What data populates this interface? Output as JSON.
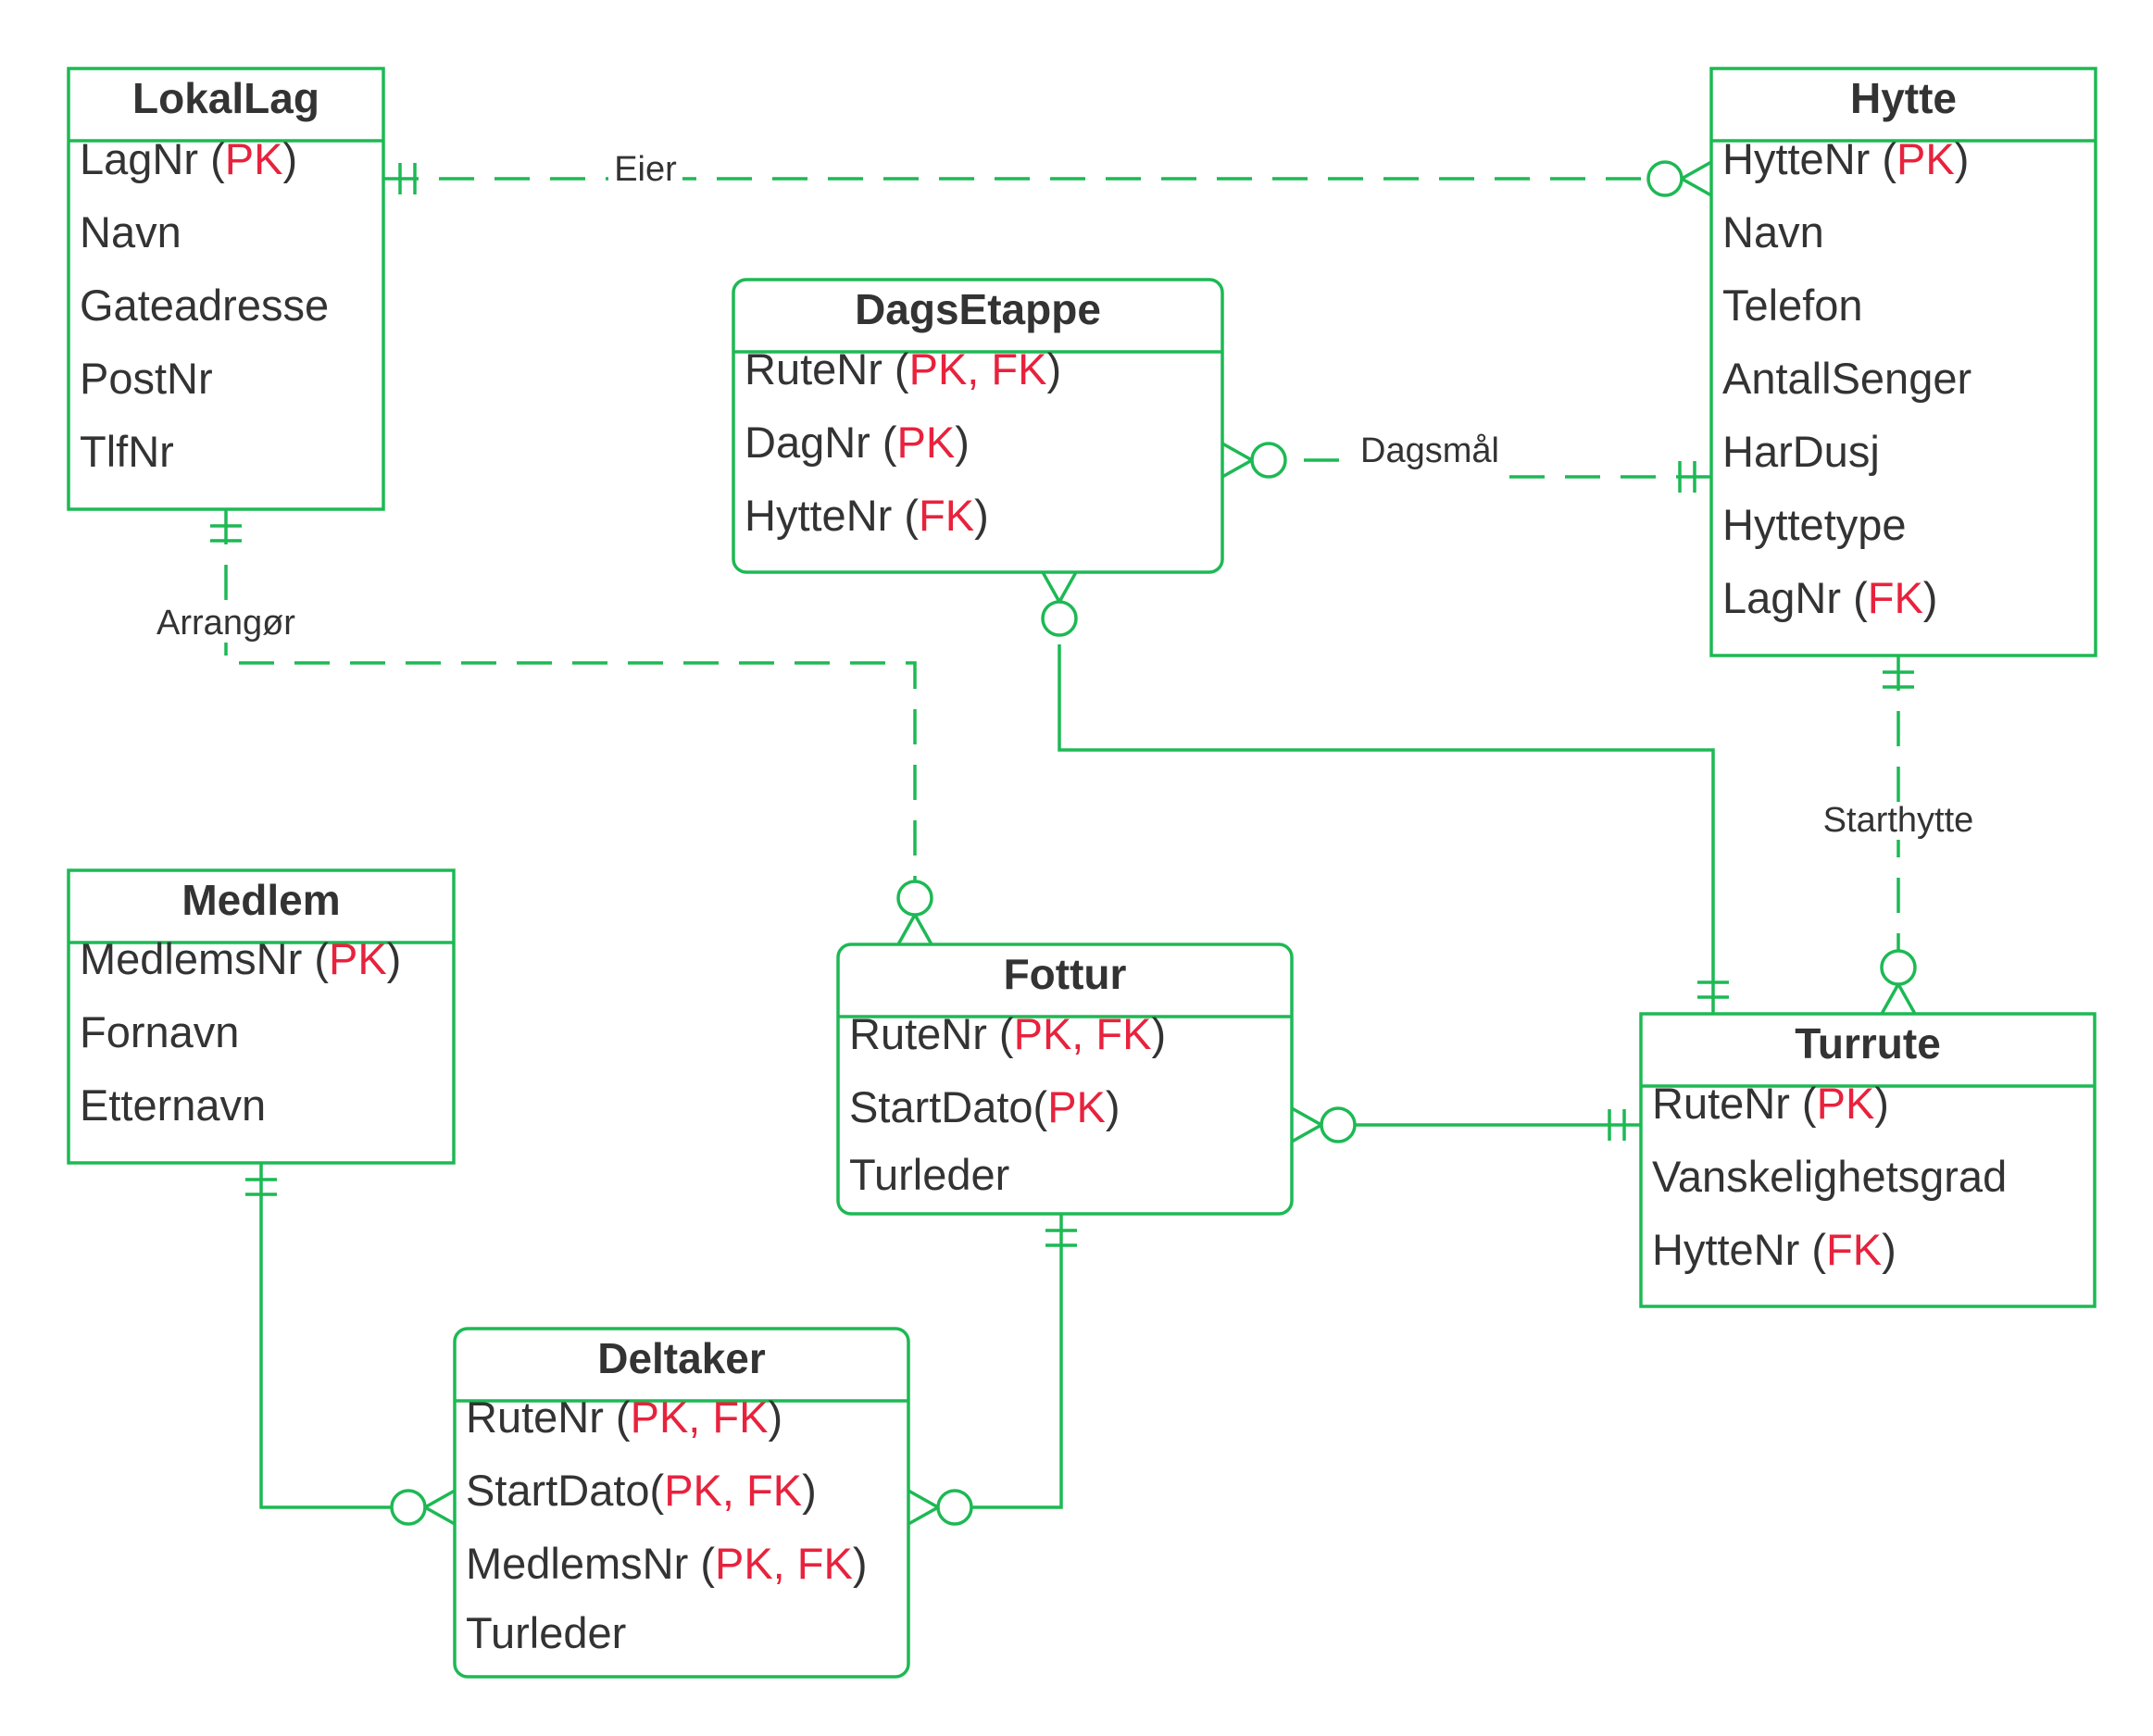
{
  "colors": {
    "line": "#1db954",
    "text": "#333333",
    "key": "#e8223d",
    "background": "#ffffff"
  },
  "entities": {
    "lokallag": {
      "title": "LokalLag",
      "attrs": [
        {
          "name": "LagNr",
          "keys": "PK"
        },
        {
          "name": "Navn"
        },
        {
          "name": "Gateadresse"
        },
        {
          "name": "PostNr"
        },
        {
          "name": "TlfNr"
        }
      ]
    },
    "hytte": {
      "title": "Hytte",
      "attrs": [
        {
          "name": "HytteNr",
          "keys": "PK"
        },
        {
          "name": "Navn"
        },
        {
          "name": "Telefon"
        },
        {
          "name": "AntallSenger"
        },
        {
          "name": "HarDusj"
        },
        {
          "name": "Hyttetype"
        },
        {
          "name": "LagNr",
          "keys": "FK"
        }
      ]
    },
    "dagsetappe": {
      "title": "DagsEtappe",
      "attrs": [
        {
          "name": "RuteNr",
          "keys": "PK, FK"
        },
        {
          "name": "DagNr",
          "keys": "PK"
        },
        {
          "name": "HytteNr",
          "keys": "FK"
        }
      ]
    },
    "medlem": {
      "title": "Medlem",
      "attrs": [
        {
          "name": "MedlemsNr",
          "keys": "PK"
        },
        {
          "name": "Fornavn"
        },
        {
          "name": "Etternavn"
        }
      ]
    },
    "fottur": {
      "title": "Fottur",
      "attrs": [
        {
          "name": "RuteNr",
          "keys": "PK, FK"
        },
        {
          "name": "StartDato",
          "keys": "PK",
          "tight": true
        },
        {
          "name": "Turleder"
        }
      ]
    },
    "turrute": {
      "title": "Turrute",
      "attrs": [
        {
          "name": "RuteNr",
          "keys": "PK"
        },
        {
          "name": "Vanskelighetsgrad"
        },
        {
          "name": "HytteNr",
          "keys": "FK"
        }
      ]
    },
    "deltaker": {
      "title": "Deltaker",
      "attrs": [
        {
          "name": "RuteNr",
          "keys": "PK, FK"
        },
        {
          "name": "StartDato",
          "keys": "PK, FK",
          "tight": true
        },
        {
          "name": "MedlemsNr",
          "keys": "PK, FK"
        },
        {
          "name": "Turleder"
        }
      ]
    }
  },
  "relationships": {
    "eier": {
      "label": "Eier",
      "from": "LokalLag",
      "to": "Hytte",
      "from_end": "exactly-one",
      "to_end": "zero-or-many",
      "style": "dashed"
    },
    "dagsmal": {
      "label": "Dagsmål",
      "from": "Hytte",
      "to": "DagsEtappe",
      "from_end": "exactly-one",
      "to_end": "zero-or-many",
      "style": "dashed"
    },
    "arrangor": {
      "label": "Arrangør",
      "from": "LokalLag",
      "to": "Fottur",
      "from_end": "exactly-one",
      "to_end": "zero-or-many",
      "style": "dashed"
    },
    "starthytte": {
      "label": "Starthytte",
      "from": "Hytte",
      "to": "Turrute",
      "from_end": "exactly-one",
      "to_end": "zero-or-many",
      "style": "dashed"
    },
    "turrute_dagsetappe": {
      "label": "",
      "from": "Turrute",
      "to": "DagsEtappe",
      "from_end": "exactly-one",
      "to_end": "zero-or-many",
      "style": "solid"
    },
    "turrute_fottur": {
      "label": "",
      "from": "Turrute",
      "to": "Fottur",
      "from_end": "exactly-one",
      "to_end": "zero-or-many",
      "style": "solid"
    },
    "medlem_deltaker": {
      "label": "",
      "from": "Medlem",
      "to": "Deltaker",
      "from_end": "exactly-one",
      "to_end": "zero-or-many",
      "style": "solid"
    },
    "fottur_deltaker": {
      "label": "",
      "from": "Fottur",
      "to": "Deltaker",
      "from_end": "exactly-one",
      "to_end": "zero-or-many",
      "style": "solid"
    }
  }
}
